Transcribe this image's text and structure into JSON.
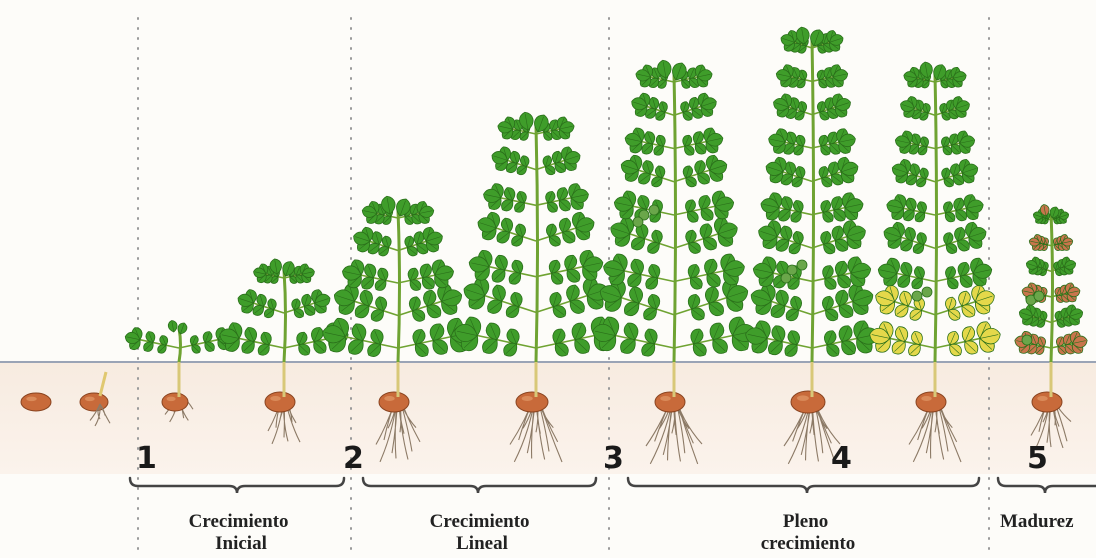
{
  "colors": {
    "soil": "#f5e6d8",
    "ground_line": "#9aa4b6",
    "leaf": "#3f9d2a",
    "leaf_dark": "#2a6f1a",
    "stem": "#6fa332",
    "yellow_leaf": "#e4d84a",
    "brown_leaf": "#c8754c",
    "tuber": "#c86a3a",
    "root": "#8c7a66",
    "divider": "#9a9a9a",
    "brace": "#444"
  },
  "stages": [
    {
      "number": "1",
      "label_lines": [
        "Crecimiento",
        "Inicial"
      ]
    },
    {
      "number": "2",
      "label_lines": [
        "Crecimiento",
        "Lineal"
      ]
    },
    {
      "number": "3",
      "label_lines": [
        "Pleno",
        "crecimiento"
      ]
    },
    {
      "number": "4"
    },
    {
      "number": "5",
      "label_lines": [
        "Madurez"
      ]
    }
  ]
}
